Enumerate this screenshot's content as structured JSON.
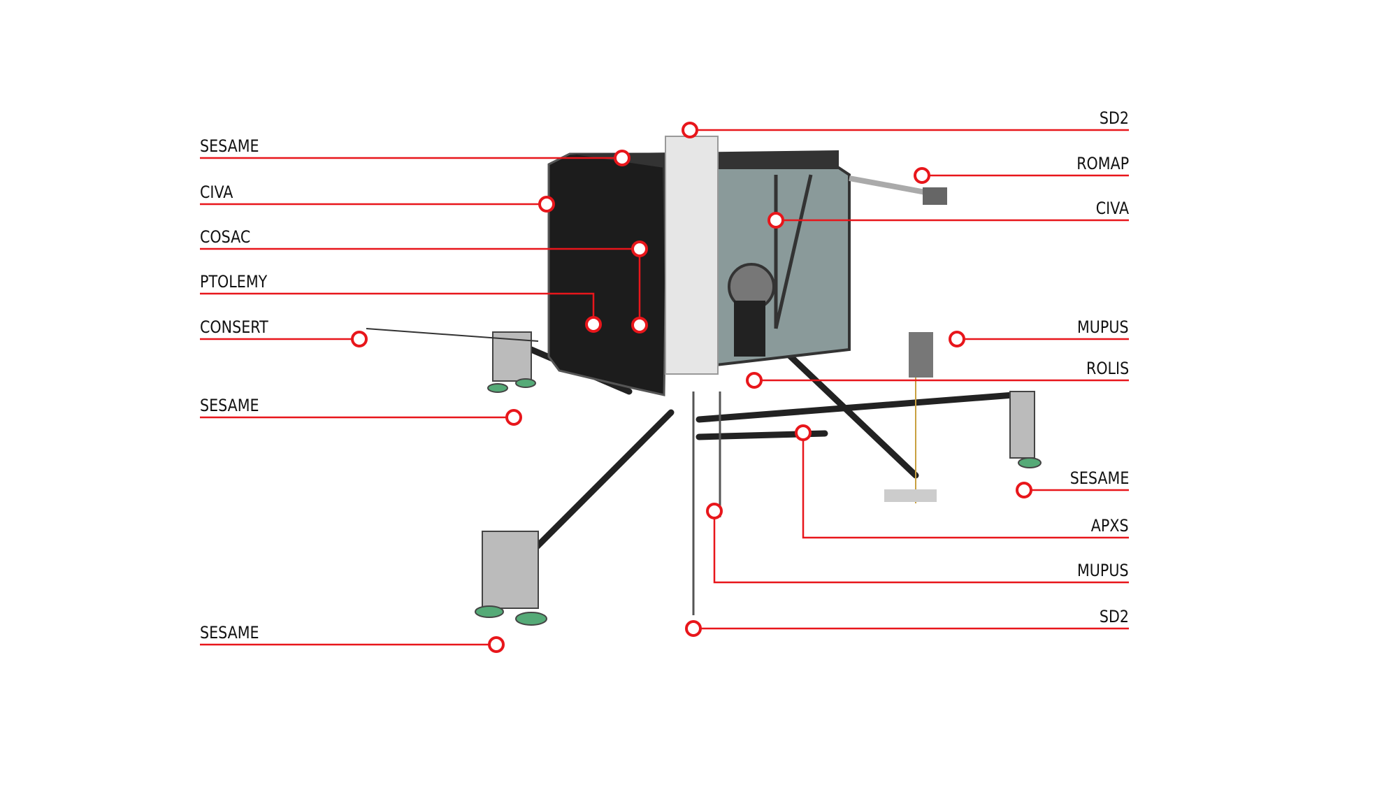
{
  "title": "Philae lander instruments",
  "accent_color": "#e8161b",
  "labels_left": [
    "SESAME",
    "CIVA",
    "COSAC",
    "PTOLEMY",
    "CONSERT",
    "SESAME",
    "SESAME"
  ],
  "labels_right": [
    "SD2",
    "ROMAP",
    "CIVA",
    "MUPUS",
    "ROLIS",
    "SESAME",
    "APXS",
    "MUPUS",
    "SD2"
  ]
}
